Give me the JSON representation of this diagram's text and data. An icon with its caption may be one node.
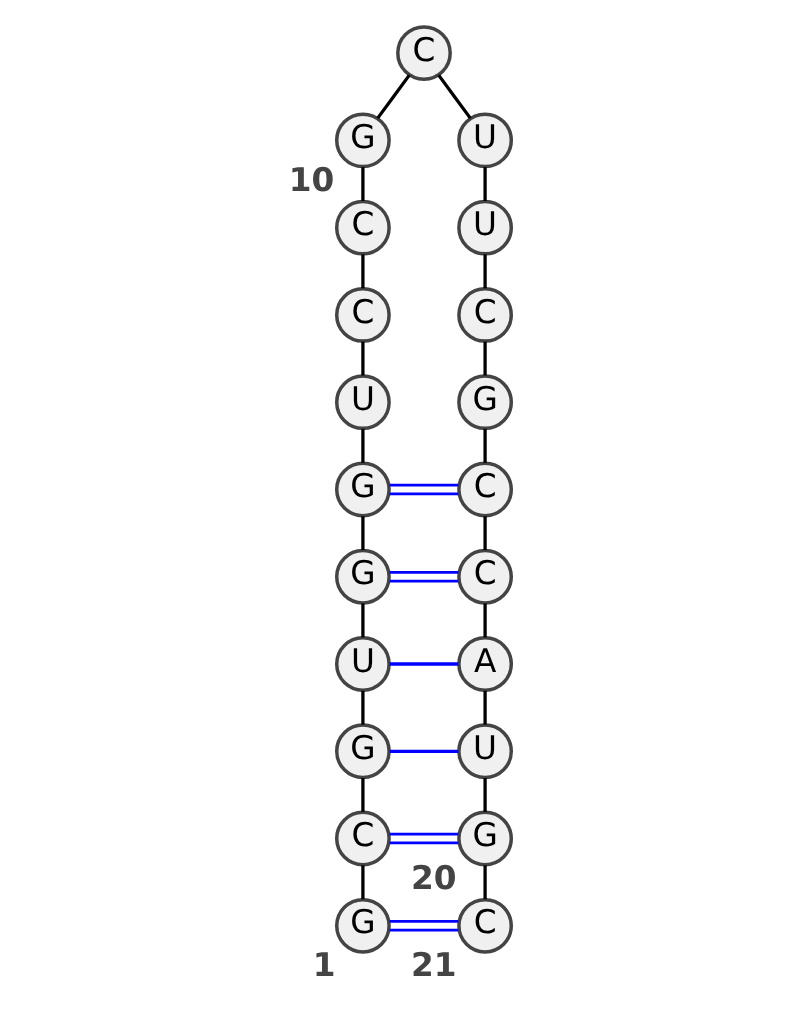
{
  "diagram": {
    "nodes": [
      {
        "text": [
          "G"
        ],
        "beside": [
          "1"
        ]
      },
      {
        "text": [
          "C"
        ]
      },
      {
        "text": [
          "G"
        ]
      },
      {
        "text": [
          "U"
        ]
      },
      {
        "text": [
          "G"
        ]
      },
      {
        "text": [
          "G"
        ]
      },
      {
        "text": [
          "U"
        ]
      },
      {
        "text": [
          "C"
        ]
      },
      {
        "text": [
          "C"
        ]
      },
      {
        "text": [
          "G"
        ],
        "beside": [
          "10"
        ]
      },
      {
        "text": [
          "C"
        ]
      },
      {
        "text": [
          "U"
        ]
      },
      {
        "text": [
          "U"
        ]
      },
      {
        "text": [
          "C"
        ]
      },
      {
        "text": [
          "G"
        ]
      },
      {
        "text": [
          "C"
        ]
      },
      {
        "text": [
          "C"
        ]
      },
      {
        "text": [
          "A"
        ]
      },
      {
        "text": [
          "U"
        ]
      },
      {
        "text": [
          "G"
        ],
        "beside": [
          "20"
        ]
      },
      {
        "text": [
          "C"
        ],
        "beside": [
          "21"
        ]
      }
    ],
    "edges": [
      {
        "from": 0,
        "to": 1,
        "arrow": "none"
      },
      {
        "from": 1,
        "to": 2,
        "arrow": "none"
      },
      {
        "from": 2,
        "to": 3,
        "arrow": "none"
      },
      {
        "from": 3,
        "to": 4,
        "arrow": "none"
      },
      {
        "from": 4,
        "to": 5,
        "arrow": "none"
      },
      {
        "from": 5,
        "to": 6,
        "arrow": "none"
      },
      {
        "from": 6,
        "to": 7,
        "arrow": "none"
      },
      {
        "from": 7,
        "to": 8,
        "arrow": "none"
      },
      {
        "from": 8,
        "to": 9,
        "arrow": "none"
      },
      {
        "from": 9,
        "to": 10,
        "arrow": "none"
      },
      {
        "from": 10,
        "to": 11,
        "arrow": "none"
      },
      {
        "from": 11,
        "to": 12,
        "arrow": "none"
      },
      {
        "from": 12,
        "to": 13,
        "arrow": "none"
      },
      {
        "from": 13,
        "to": 14,
        "arrow": "none"
      },
      {
        "from": 14,
        "to": 15,
        "arrow": "none"
      },
      {
        "from": 15,
        "to": 16,
        "arrow": "none"
      },
      {
        "from": 16,
        "to": 17,
        "arrow": "none"
      },
      {
        "from": 17,
        "to": 18,
        "arrow": "none"
      },
      {
        "from": 18,
        "to": 19,
        "arrow": "none"
      },
      {
        "from": 19,
        "to": 20,
        "arrow": "none"
      },
      {
        "from": 0,
        "to": 20,
        "arrow": "none",
        "color": "#0000ff"
      },
      {
        "from": 1,
        "to": 19,
        "arrow": "none",
        "color": "#0000ff"
      },
      {
        "from": 2,
        "to": 18,
        "arrow": "none",
        "color": "#0000ff"
      },
      {
        "from": 3,
        "to": 17,
        "arrow": "none",
        "color": "#0000ff"
      },
      {
        "from": 4,
        "to": 16,
        "arrow": "none",
        "color": "#0000ff"
      },
      {
        "from": 5,
        "to": 15,
        "arrow": "none",
        "color": "#0000ff"
      }
    ]
  }
}
